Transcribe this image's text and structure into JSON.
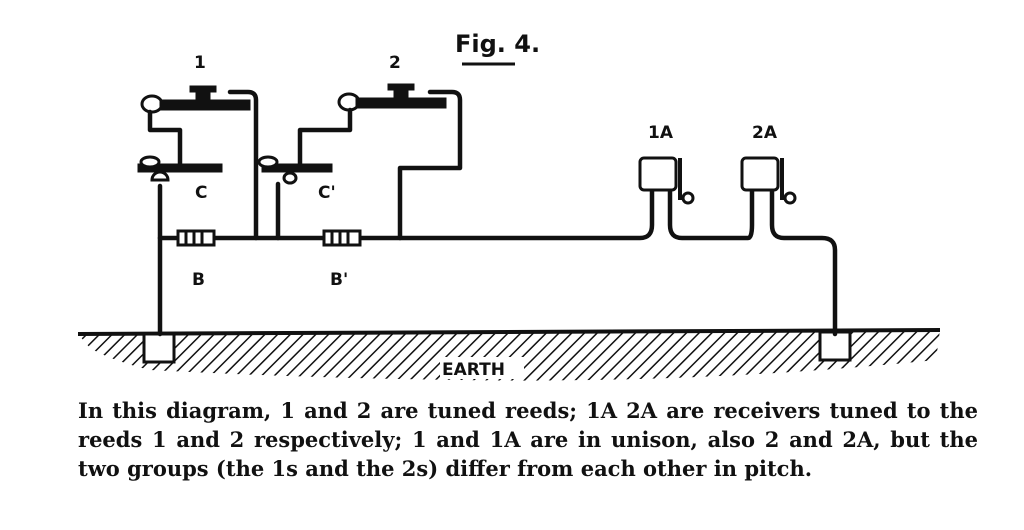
{
  "figure": {
    "title": "Fig. 4.",
    "labels": {
      "reed_1": "1",
      "reed_2": "2",
      "contact_c": "C",
      "contact_c_prime": "C'",
      "battery_b": "B",
      "battery_b_prime": "B'",
      "receiver_1a": "1A",
      "receiver_2a": "2A",
      "earth": "EARTH"
    }
  },
  "caption": "In this diagram, 1 and 2 are tuned reeds; 1A 2A are receivers tuned to the reeds 1 and 2 respectively; 1 and 1A are in unison, also 2 and 2A, but the two groups (the 1s and the 2s) differ from each other in pitch."
}
